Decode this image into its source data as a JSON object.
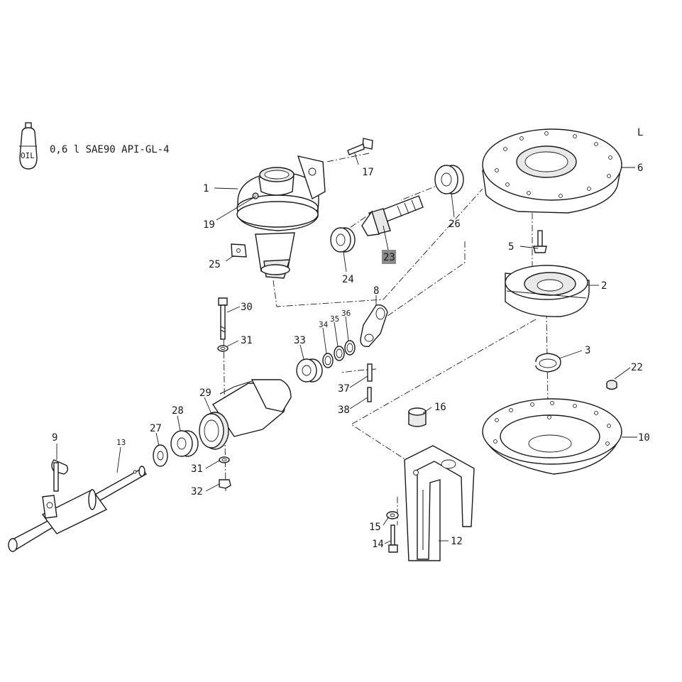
{
  "page_letter": "L",
  "oil_note": {
    "icon": "oil-bottle-icon",
    "icon_label": "OIL",
    "text": "0,6 l SAE90 API-GL-4"
  },
  "callouts": [
    {
      "id": "1",
      "label": "1"
    },
    {
      "id": "2",
      "label": "2"
    },
    {
      "id": "3",
      "label": "3"
    },
    {
      "id": "5",
      "label": "5"
    },
    {
      "id": "6",
      "label": "6"
    },
    {
      "id": "8",
      "label": "8"
    },
    {
      "id": "9",
      "label": "9"
    },
    {
      "id": "10",
      "label": "10"
    },
    {
      "id": "12",
      "label": "12"
    },
    {
      "id": "13",
      "label": "13"
    },
    {
      "id": "14",
      "label": "14"
    },
    {
      "id": "15",
      "label": "15"
    },
    {
      "id": "16",
      "label": "16"
    },
    {
      "id": "17",
      "label": "17"
    },
    {
      "id": "19",
      "label": "19"
    },
    {
      "id": "22",
      "label": "22"
    },
    {
      "id": "23",
      "label": "23",
      "highlighted": true
    },
    {
      "id": "24",
      "label": "24"
    },
    {
      "id": "25",
      "label": "25"
    },
    {
      "id": "26",
      "label": "26"
    },
    {
      "id": "27",
      "label": "27"
    },
    {
      "id": "28",
      "label": "28"
    },
    {
      "id": "29",
      "label": "29"
    },
    {
      "id": "30",
      "label": "30"
    },
    {
      "id": "31a",
      "label": "31"
    },
    {
      "id": "31b",
      "label": "31"
    },
    {
      "id": "32",
      "label": "32"
    },
    {
      "id": "33",
      "label": "33"
    },
    {
      "id": "34",
      "label": "34"
    },
    {
      "id": "35",
      "label": "35"
    },
    {
      "id": "36",
      "label": "36"
    },
    {
      "id": "37",
      "label": "37"
    },
    {
      "id": "38",
      "label": "38"
    }
  ],
  "colors": {
    "line": "#1a1a1a",
    "background": "#ffffff",
    "highlight": "#8a8a8a"
  }
}
